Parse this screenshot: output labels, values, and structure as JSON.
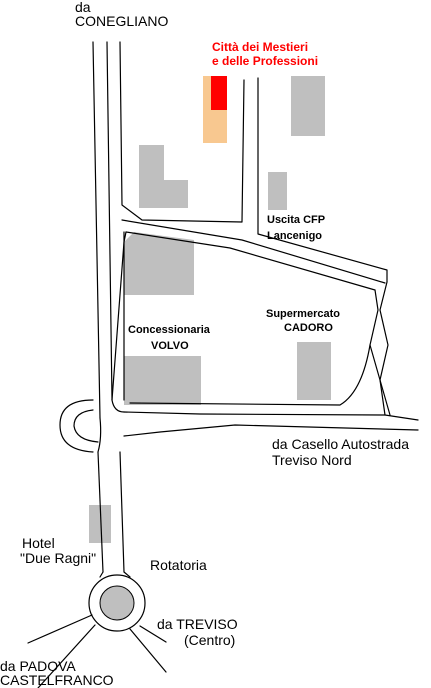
{
  "labels": {
    "da_conegliano_1": "da",
    "da_conegliano_2": "CONEGLIANO",
    "citta_1": "Città dei Mestieri",
    "citta_2": "e delle Professioni",
    "uscita_1": "Uscita CFP",
    "uscita_2": "Lancenigo",
    "supermercato_1": "Supermercato",
    "supermercato_2": "CADORO",
    "concessionaria_1": "Concessionaria",
    "concessionaria_2": "VOLVO",
    "casello_1": "da Casello Autostrada",
    "casello_2": "Treviso Nord",
    "hotel_1": "Hotel",
    "hotel_2": "\"Due Ragni\"",
    "rotatoria": "Rotatoria",
    "treviso_1": "da TREVISO",
    "treviso_2": "(Centro)",
    "padova_1": "da PADOVA",
    "padova_2": "CASTELFRANCO"
  },
  "colors": {
    "target": "#ff0000",
    "highlight": "#f8c890",
    "building": "#bfbfbf"
  }
}
